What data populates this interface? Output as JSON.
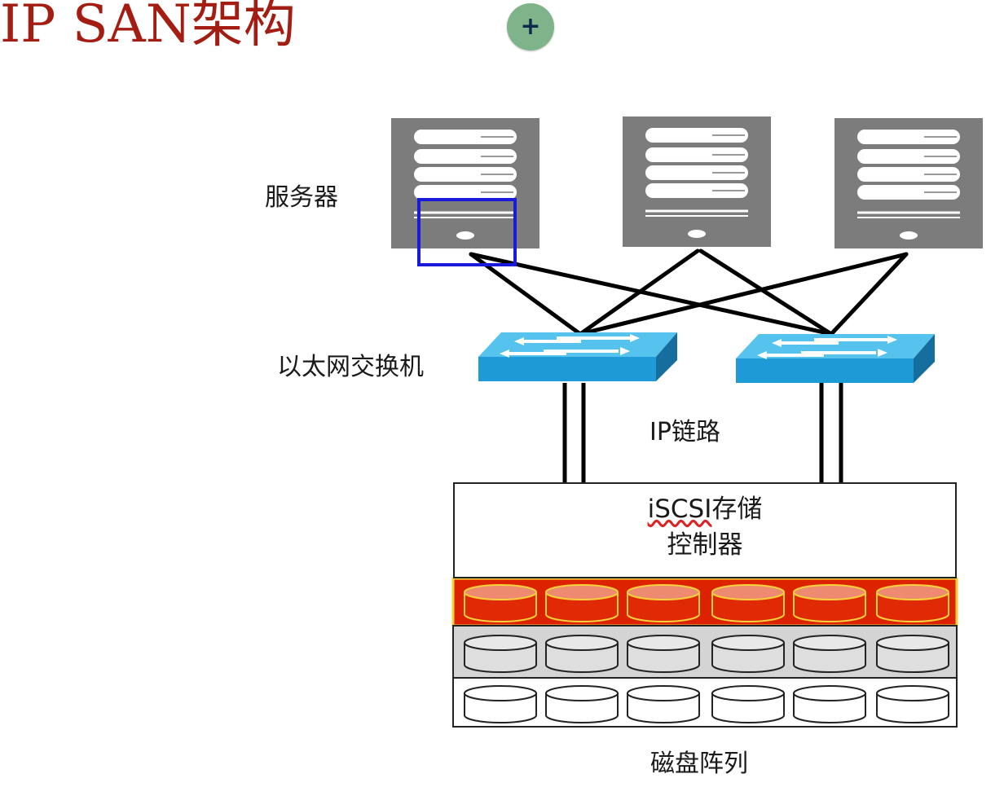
{
  "title": "IP SAN架构",
  "labels": {
    "servers": "服务器",
    "switches": "以太网交换机",
    "link": "IP链路",
    "controller_name": "iSCSI",
    "controller_line1_suffix": "存储",
    "controller_line2": "控制器",
    "disk_array": "磁盘阵列"
  },
  "icons": {
    "add": "plus-icon",
    "server": "server-icon",
    "switch": "network-switch-icon",
    "disk": "disk-cylinder-icon"
  },
  "colors": {
    "title": "#a31d13",
    "add_button": "#7fb48a",
    "server": "#7c7c7c",
    "switch": "#1e9bd7",
    "selection": "#1a1adb",
    "disk_active": "#dd2200",
    "disk_active_border": "#f5d23a",
    "disk_gray": "#d4d4d4"
  }
}
